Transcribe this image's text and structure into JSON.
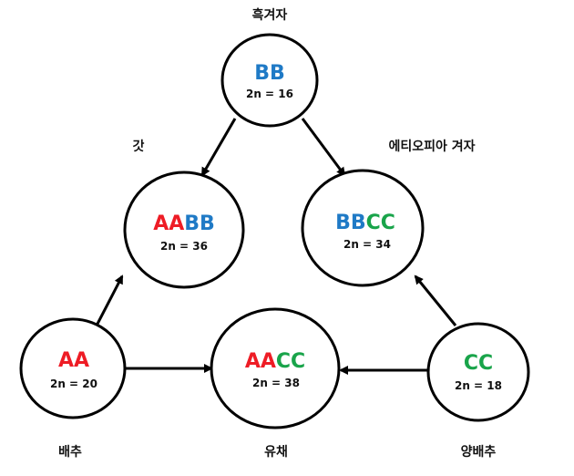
{
  "colors": {
    "A": "#ee1c25",
    "B": "#1f7ac6",
    "C": "#19a44a",
    "ink": "#000000"
  },
  "nodes": {
    "B": {
      "genome": [
        {
          "text": "BB",
          "color": "B"
        }
      ],
      "chrom": "2n = 16",
      "species": "흑겨자"
    },
    "AB": {
      "genome": [
        {
          "text": "AA",
          "color": "A"
        },
        {
          "text": "BB",
          "color": "B"
        }
      ],
      "chrom": "2n = 36",
      "species": "갓"
    },
    "BC": {
      "genome": [
        {
          "text": "BB",
          "color": "B"
        },
        {
          "text": "CC",
          "color": "C"
        }
      ],
      "chrom": "2n = 34",
      "species": "에티오피아 겨자"
    },
    "A": {
      "genome": [
        {
          "text": "AA",
          "color": "A"
        }
      ],
      "chrom": "2n = 20",
      "species": "배추"
    },
    "AC": {
      "genome": [
        {
          "text": "AA",
          "color": "A"
        },
        {
          "text": "CC",
          "color": "C"
        }
      ],
      "chrom": "2n = 38",
      "species": "유채"
    },
    "C": {
      "genome": [
        {
          "text": "CC",
          "color": "C"
        }
      ],
      "chrom": "2n = 18",
      "species": "양배추"
    }
  }
}
